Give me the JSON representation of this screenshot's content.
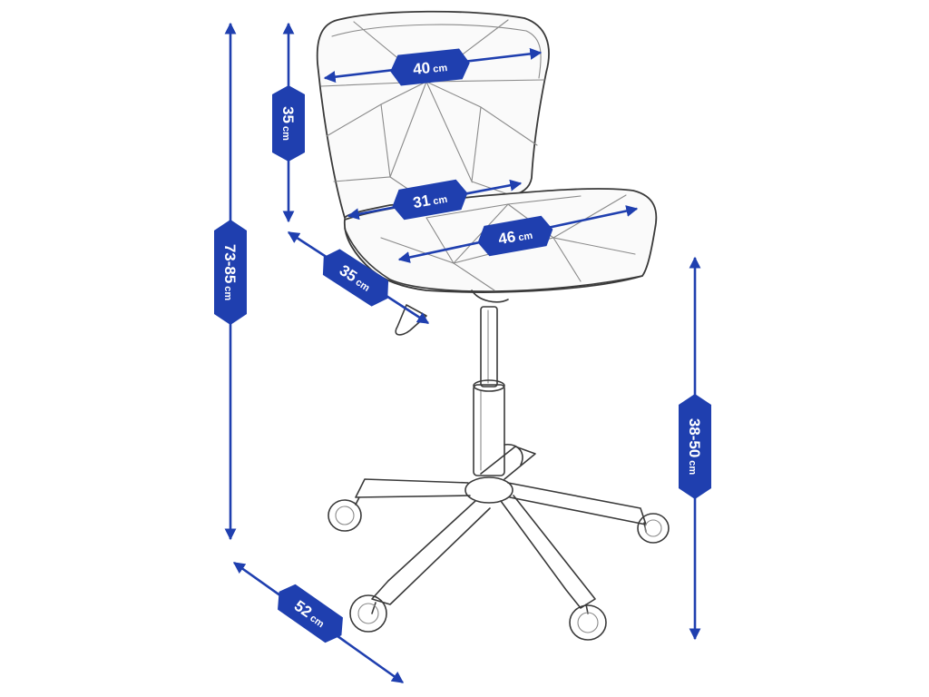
{
  "colors": {
    "accent": "#1f3faf",
    "line": "#3a3a3a",
    "background": "#ffffff"
  },
  "dimensions": {
    "backrest_width": {
      "value": "40",
      "unit": "cm"
    },
    "backrest_height": {
      "value": "35",
      "unit": "cm"
    },
    "seat_width_back": {
      "value": "31",
      "unit": "cm"
    },
    "seat_width_front": {
      "value": "46",
      "unit": "cm"
    },
    "seat_depth": {
      "value": "35",
      "unit": "cm"
    },
    "total_height": {
      "value": "73-85",
      "unit": "cm"
    },
    "seat_height": {
      "value": "38-50",
      "unit": "cm"
    },
    "base_diameter": {
      "value": "52",
      "unit": "cm"
    }
  }
}
